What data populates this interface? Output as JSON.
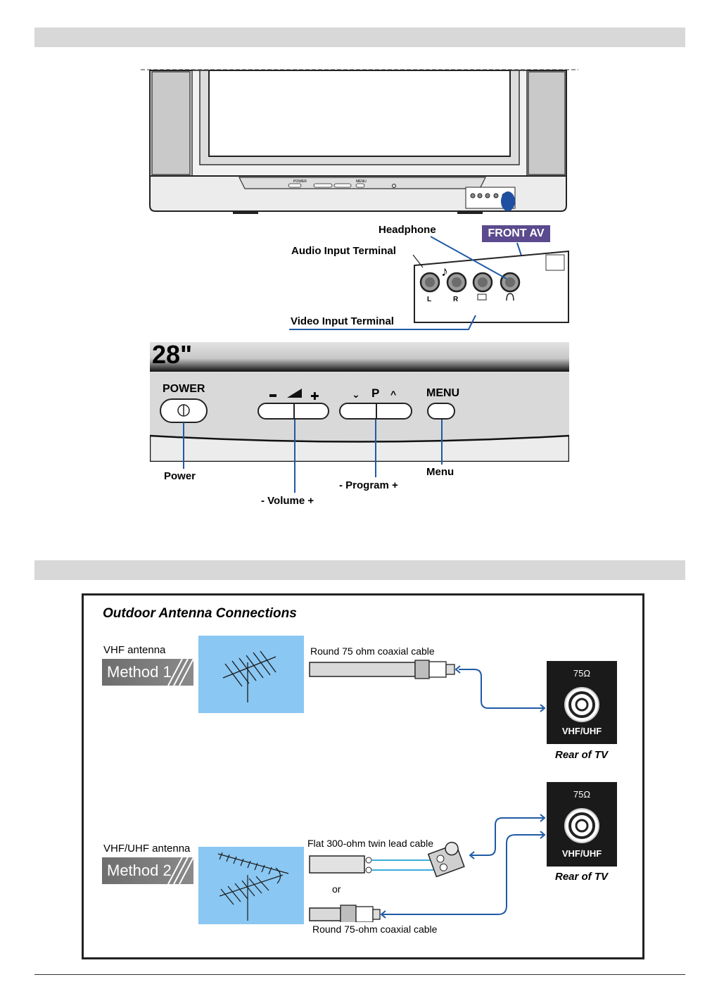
{
  "front_panel": {
    "labels": {
      "headphone": "Headphone",
      "front_av": "FRONT AV",
      "audio_input": "Audio Input Terminal",
      "video_input": "Video Input Terminal"
    },
    "jack_labels": [
      "L",
      "R"
    ],
    "tv_buttons": {
      "power": "POWER",
      "menu": "MENU"
    }
  },
  "control_panel": {
    "size_badge": "28\"",
    "power_label": "POWER",
    "program_symbol": "P",
    "menu_label": "MENU",
    "callouts": {
      "power": "Power",
      "volume": "- Volume +",
      "program": "- Program +",
      "menu": "Menu"
    }
  },
  "antenna": {
    "title": "Outdoor Antenna Connections",
    "method1": {
      "antenna_label": "VHF antenna",
      "tag": "Method 1",
      "cable": "Round 75 ohm coaxial cable"
    },
    "method2": {
      "antenna_label": "VHF/UHF antenna",
      "tag": "Method 2",
      "cable_flat": "Flat 300-ohm twin lead cable",
      "or": "or",
      "cable_round": "Round 75-ohm coaxial cable"
    },
    "jack": {
      "ohm": "75Ω",
      "band": "VHF/UHF",
      "rear": "Rear of TV"
    }
  },
  "colors": {
    "callout_line": "#1f5aa6",
    "sky": "#8ac7f2",
    "front_av_bg": "#5b4a8e"
  }
}
